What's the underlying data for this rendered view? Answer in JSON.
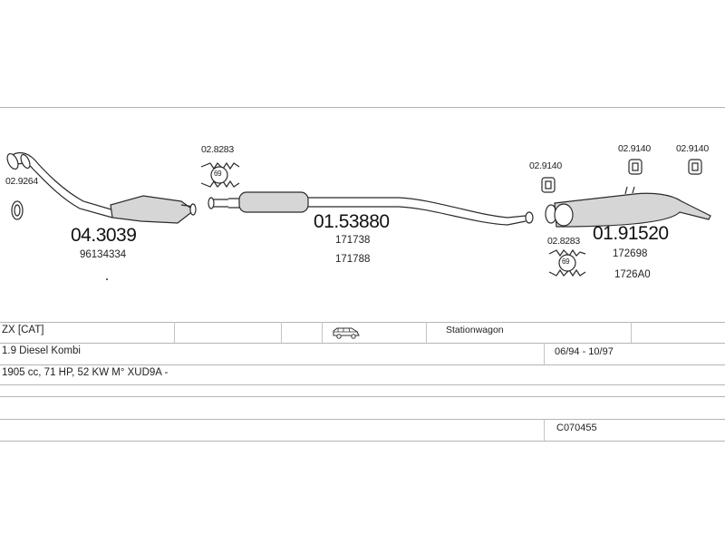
{
  "parts": {
    "downpipe_clamp": "02.9264",
    "cat_converter": "04.3039",
    "cat_converter_oem": "96134334",
    "front_mount": "02.8283",
    "middle_silencer": "01.53880",
    "middle_silencer_oem_1": "171738",
    "middle_silencer_oem_2": "171788",
    "rear_hanger_1": "02.9140",
    "rear_hanger_2": "02.9140",
    "rear_hanger_3": "02.9140",
    "rear_mount": "02.8283",
    "rear_silencer": "01.91520",
    "rear_silencer_oem_1": "172698",
    "rear_silencer_oem_2": "1726A0",
    "mount_badge_front": "69",
    "mount_badge_rear": "69"
  },
  "vehicle": {
    "model": "ZX  [CAT]",
    "body_type": "Stationwagon",
    "body_icon": "car-icon",
    "variant": "1.9 Diesel Kombi",
    "years": "06/94 - 10/97",
    "engine": "1905 cc, 71 HP, 52 KW M° XUD9A -",
    "code": "C070455"
  }
}
